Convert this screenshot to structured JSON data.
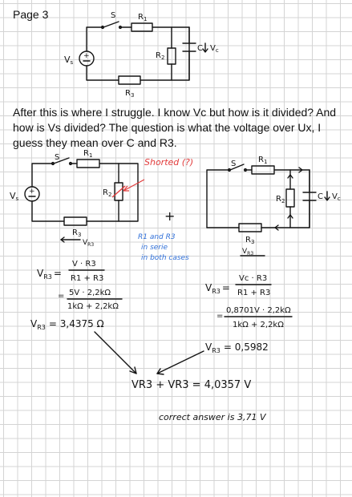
{
  "page": {
    "title": "Page 3"
  },
  "question_text": "After this is where I struggle. I know Vc but how is it divided? And how is Vs divided? The question is what the voltage over Ux, I guess they mean over C and R3.",
  "colors": {
    "ink": "#141414",
    "red": "#e23b3b",
    "blue": "#2f6fd8",
    "grid": "#d4d4d4"
  },
  "circuit_top": {
    "switch": "S",
    "r1": "R",
    "r1_sub": "1",
    "r2": "R",
    "r2_sub": "2",
    "r3": "R",
    "r3_sub": "3",
    "cap": "C",
    "vc": "V",
    "vc_sub": "c",
    "source": "V",
    "source_sub": "s"
  },
  "circuit_left": {
    "switch": "S",
    "r1": "R",
    "r1_sub": "1",
    "r2": "R",
    "r2_sub": "2",
    "r3": "R",
    "r3_sub": "3",
    "source": "V",
    "source_sub": "s",
    "shorted_note": "Shorted (?)",
    "vr3": "V",
    "vr3_sub": "R3"
  },
  "circuit_right": {
    "switch": "S",
    "r1": "R",
    "r1_sub": "1",
    "r2": "R",
    "r2_sub": "2",
    "r3": "R",
    "r3_sub": "3",
    "cap": "C",
    "vc": "V",
    "vc_sub": "c",
    "vr3": "V",
    "vr3_sub": "R3"
  },
  "plus_sign": "+",
  "blue_note": [
    "R1 and R3",
    "in serie",
    "in both cases"
  ],
  "calc_left": {
    "lhs": "V",
    "lhs_sub": "R3",
    "eq": "=",
    "num": "V · R3",
    "den": "R1 + R3",
    "num2": "5V · 2,2kΩ",
    "den2": "1kΩ + 2,2kΩ",
    "result_lhs": "V",
    "result_lhs_sub": "R3",
    "result": "= 3,4375 Ω"
  },
  "calc_right": {
    "lhs": "V",
    "lhs_sub": "R3",
    "eq": "=",
    "num": "Vc · R3",
    "den": "R1 + R3",
    "num2": "0,8701V · 2,2kΩ",
    "den2": "1kΩ + 2,2kΩ",
    "result_lhs": "V",
    "result_lhs_sub": "R3",
    "result": "= 0,5982"
  },
  "sum_line": "VR3 + VR3 = 4,0357 V",
  "correct_answer": "correct answer is 3,71 V"
}
